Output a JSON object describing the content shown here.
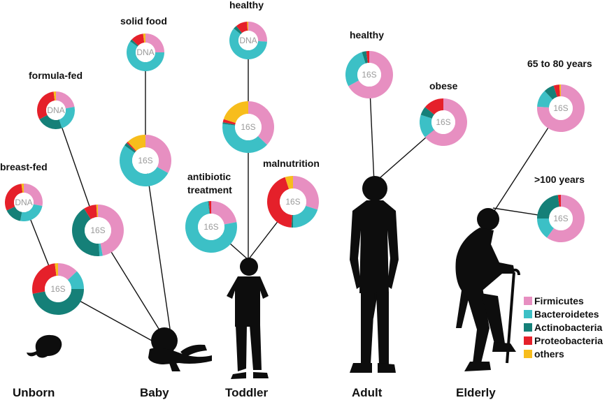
{
  "colors": {
    "Firmicutes": "#e78fc1",
    "Bacteroidetes": "#3cc0c6",
    "Actinobacteria": "#158078",
    "Proteobacteria": "#e5202a",
    "others": "#f7bd1c"
  },
  "legend": [
    "Firmicutes",
    "Bacteroidetes",
    "Actinobacteria",
    "Proteobacteria",
    "others"
  ],
  "stages": {
    "unborn": "Unborn",
    "baby": "Baby",
    "toddler": "Toddler",
    "adult": "Adult",
    "elderly": "Elderly"
  },
  "labels": {
    "breast_fed": "breast-fed",
    "formula_fed": "formula-fed",
    "solid_food": "solid food",
    "healthy_toddler": "healthy",
    "antibiotic_1": "antibiotic",
    "antibiotic_2": "treatment",
    "malnutrition": "malnutrition",
    "healthy_adult": "healthy",
    "obese": "obese",
    "age_65_80": "65 to 80 years",
    "age_100": ">100 years"
  },
  "chart_data": {
    "type": "pie",
    "charts": [
      {
        "id": "breastfed-dna",
        "center": "DNA",
        "values": {
          "Firmicutes": 28,
          "Bacteroidetes": 25,
          "Actinobacteria": 15,
          "Proteobacteria": 30,
          "others": 2
        }
      },
      {
        "id": "breastfed-16s",
        "center": "16S",
        "values": {
          "Firmicutes": 13,
          "Bacteroidetes": 12,
          "Actinobacteria": 47,
          "Proteobacteria": 26,
          "others": 2
        }
      },
      {
        "id": "formulafed-dna",
        "center": "DNA",
        "values": {
          "Firmicutes": 22,
          "Bacteroidetes": 23,
          "Actinobacteria": 22,
          "Proteobacteria": 31,
          "others": 2
        }
      },
      {
        "id": "formulafed-16s",
        "center": "16S",
        "values": {
          "Firmicutes": 47,
          "Bacteroidetes": 2,
          "Actinobacteria": 42,
          "Proteobacteria": 8,
          "others": 1
        }
      },
      {
        "id": "solidfood-dna",
        "center": "DNA",
        "values": {
          "Firmicutes": 25,
          "Bacteroidetes": 60,
          "Actinobacteria": 2,
          "Proteobacteria": 11,
          "others": 2
        }
      },
      {
        "id": "solidfood-16s",
        "center": "16S",
        "values": {
          "Firmicutes": 33,
          "Bacteroidetes": 52,
          "Actinobacteria": 2,
          "Proteobacteria": 1,
          "others": 12
        }
      },
      {
        "id": "toddler-healthy-dna",
        "center": "DNA",
        "values": {
          "Firmicutes": 26,
          "Bacteroidetes": 60,
          "Actinobacteria": 3,
          "Proteobacteria": 10,
          "others": 1
        }
      },
      {
        "id": "toddler-healthy-16s",
        "center": "16S",
        "values": {
          "Firmicutes": 37,
          "Bacteroidetes": 40,
          "Actinobacteria": 1,
          "Proteobacteria": 2,
          "others": 20
        }
      },
      {
        "id": "antibiotic-16s",
        "center": "16S",
        "values": {
          "Firmicutes": 22,
          "Bacteroidetes": 76,
          "Actinobacteria": 0.5,
          "Proteobacteria": 1.5,
          "others": 0
        }
      },
      {
        "id": "malnutrition-16s",
        "center": "16S",
        "values": {
          "Firmicutes": 30,
          "Bacteroidetes": 20,
          "Actinobacteria": 1,
          "Proteobacteria": 44,
          "others": 5
        }
      },
      {
        "id": "adult-healthy-16s",
        "center": "16S",
        "values": {
          "Firmicutes": 67,
          "Bacteroidetes": 28,
          "Actinobacteria": 3,
          "Proteobacteria": 2,
          "others": 0
        }
      },
      {
        "id": "obese-16s",
        "center": "16S",
        "values": {
          "Firmicutes": 64,
          "Bacteroidetes": 16,
          "Actinobacteria": 6,
          "Proteobacteria": 14,
          "others": 0
        }
      },
      {
        "id": "elderly-65-80-16s",
        "center": "16S",
        "values": {
          "Firmicutes": 76,
          "Bacteroidetes": 12,
          "Actinobacteria": 7,
          "Proteobacteria": 4,
          "others": 1
        }
      },
      {
        "id": "elderly-100-16s",
        "center": "16S",
        "values": {
          "Firmicutes": 60,
          "Bacteroidetes": 15,
          "Actinobacteria": 23,
          "Proteobacteria": 2,
          "others": 0
        }
      }
    ]
  }
}
